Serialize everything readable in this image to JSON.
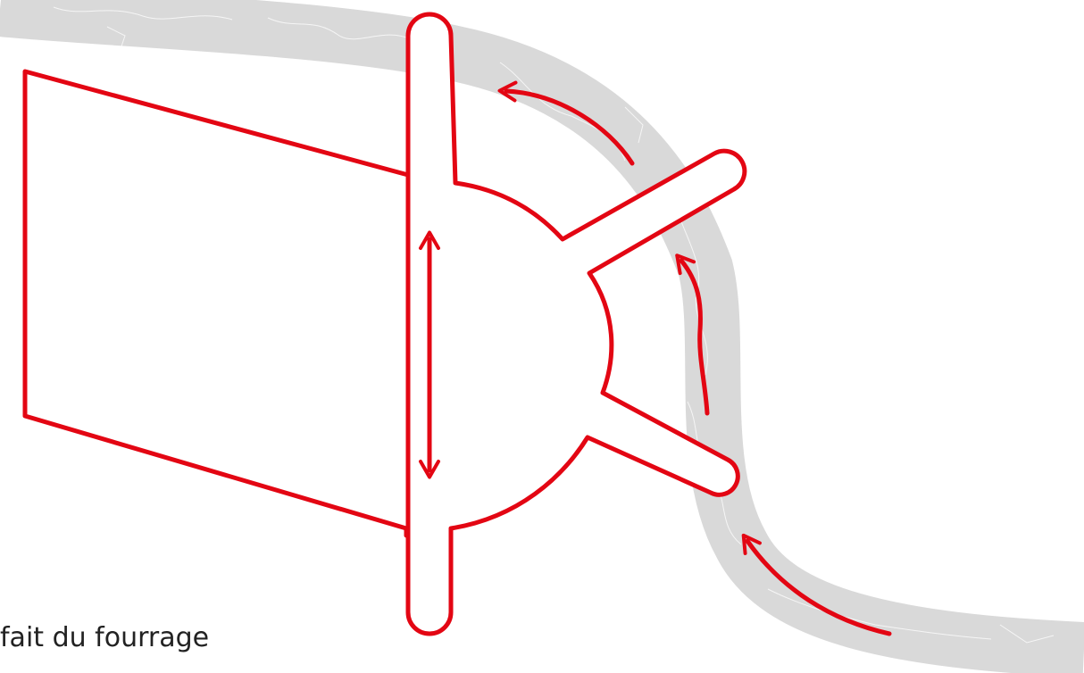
{
  "caption": "fait du fourrage",
  "colors": {
    "outline": "#e30613",
    "swath": "#d9d9d9",
    "background": "#ffffff"
  },
  "elements": {
    "swath": "grey-forage-swath",
    "machine": "red-outline-machine",
    "arrows": [
      "flow-arrow-top",
      "flow-arrow-middle",
      "flow-arrow-bottom",
      "double-headed-arrow"
    ]
  }
}
